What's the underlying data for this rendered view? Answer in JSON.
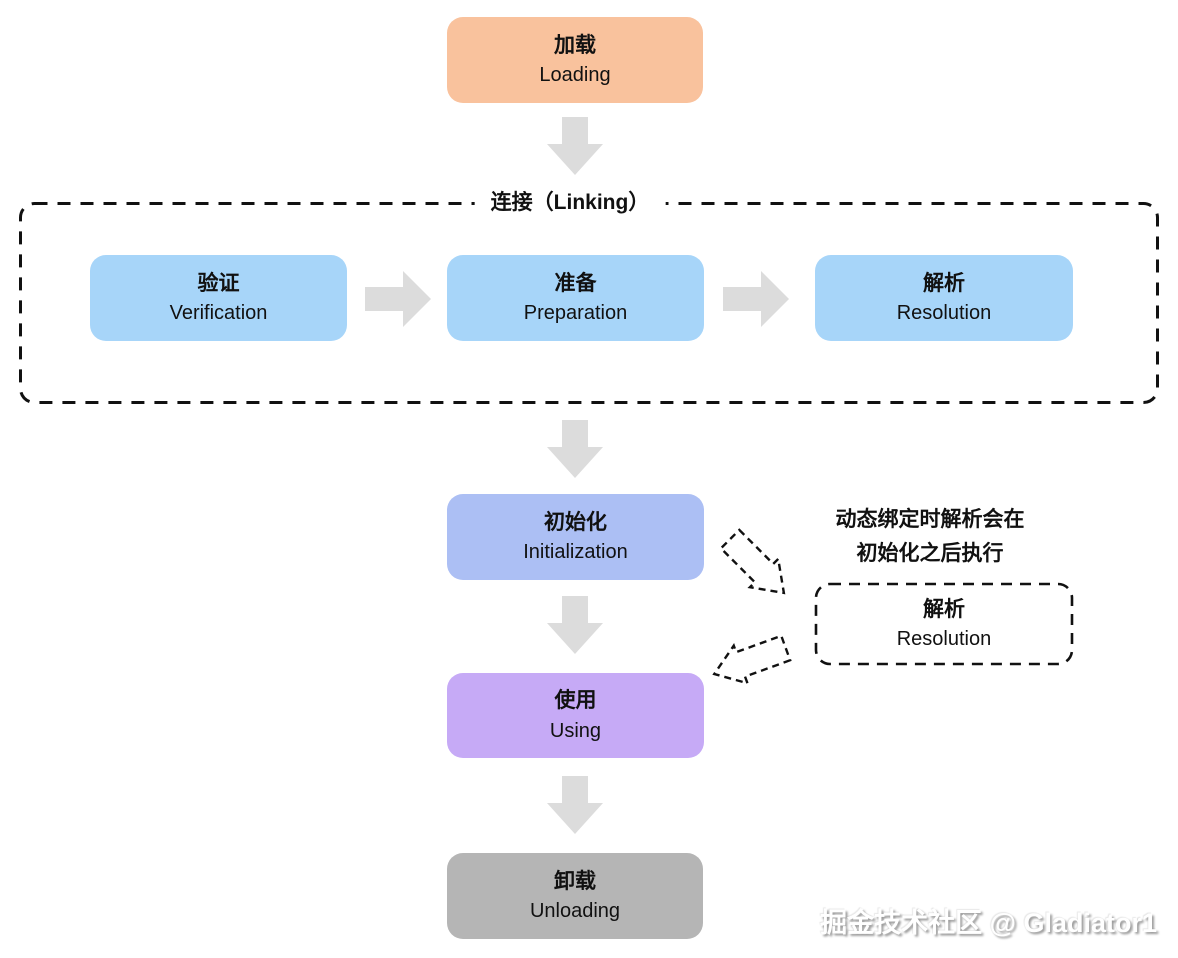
{
  "linking_group": {
    "title": "连接（Linking）"
  },
  "flow": {
    "loading": {
      "zh": "加载",
      "en": "Loading",
      "bg": "#F9C29D"
    },
    "verification": {
      "zh": "验证",
      "en": "Verification",
      "bg": "#A7D5F9"
    },
    "preparation": {
      "zh": "准备",
      "en": "Preparation",
      "bg": "#A7D5F9"
    },
    "resolution": {
      "zh": "解析",
      "en": "Resolution",
      "bg": "#A7D5F9"
    },
    "initialization": {
      "zh": "初始化",
      "en": "Initialization",
      "bg": "#ACBFF4"
    },
    "using": {
      "zh": "使用",
      "en": "Using",
      "bg": "#C6AAF6"
    },
    "unloading": {
      "zh": "卸载",
      "en": "Unloading",
      "bg": "#B5B5B5"
    }
  },
  "dynamic_resolution": {
    "note_line1": "动态绑定时解析会在",
    "note_line2": "初始化之后执行",
    "box": {
      "zh": "解析",
      "en": "Resolution"
    }
  },
  "watermark": "掘金技术社区 @ Gladiator1",
  "colors": {
    "arrow_fill": "#DCDCDC",
    "dash_stroke": "#111111",
    "text": "#111111"
  }
}
